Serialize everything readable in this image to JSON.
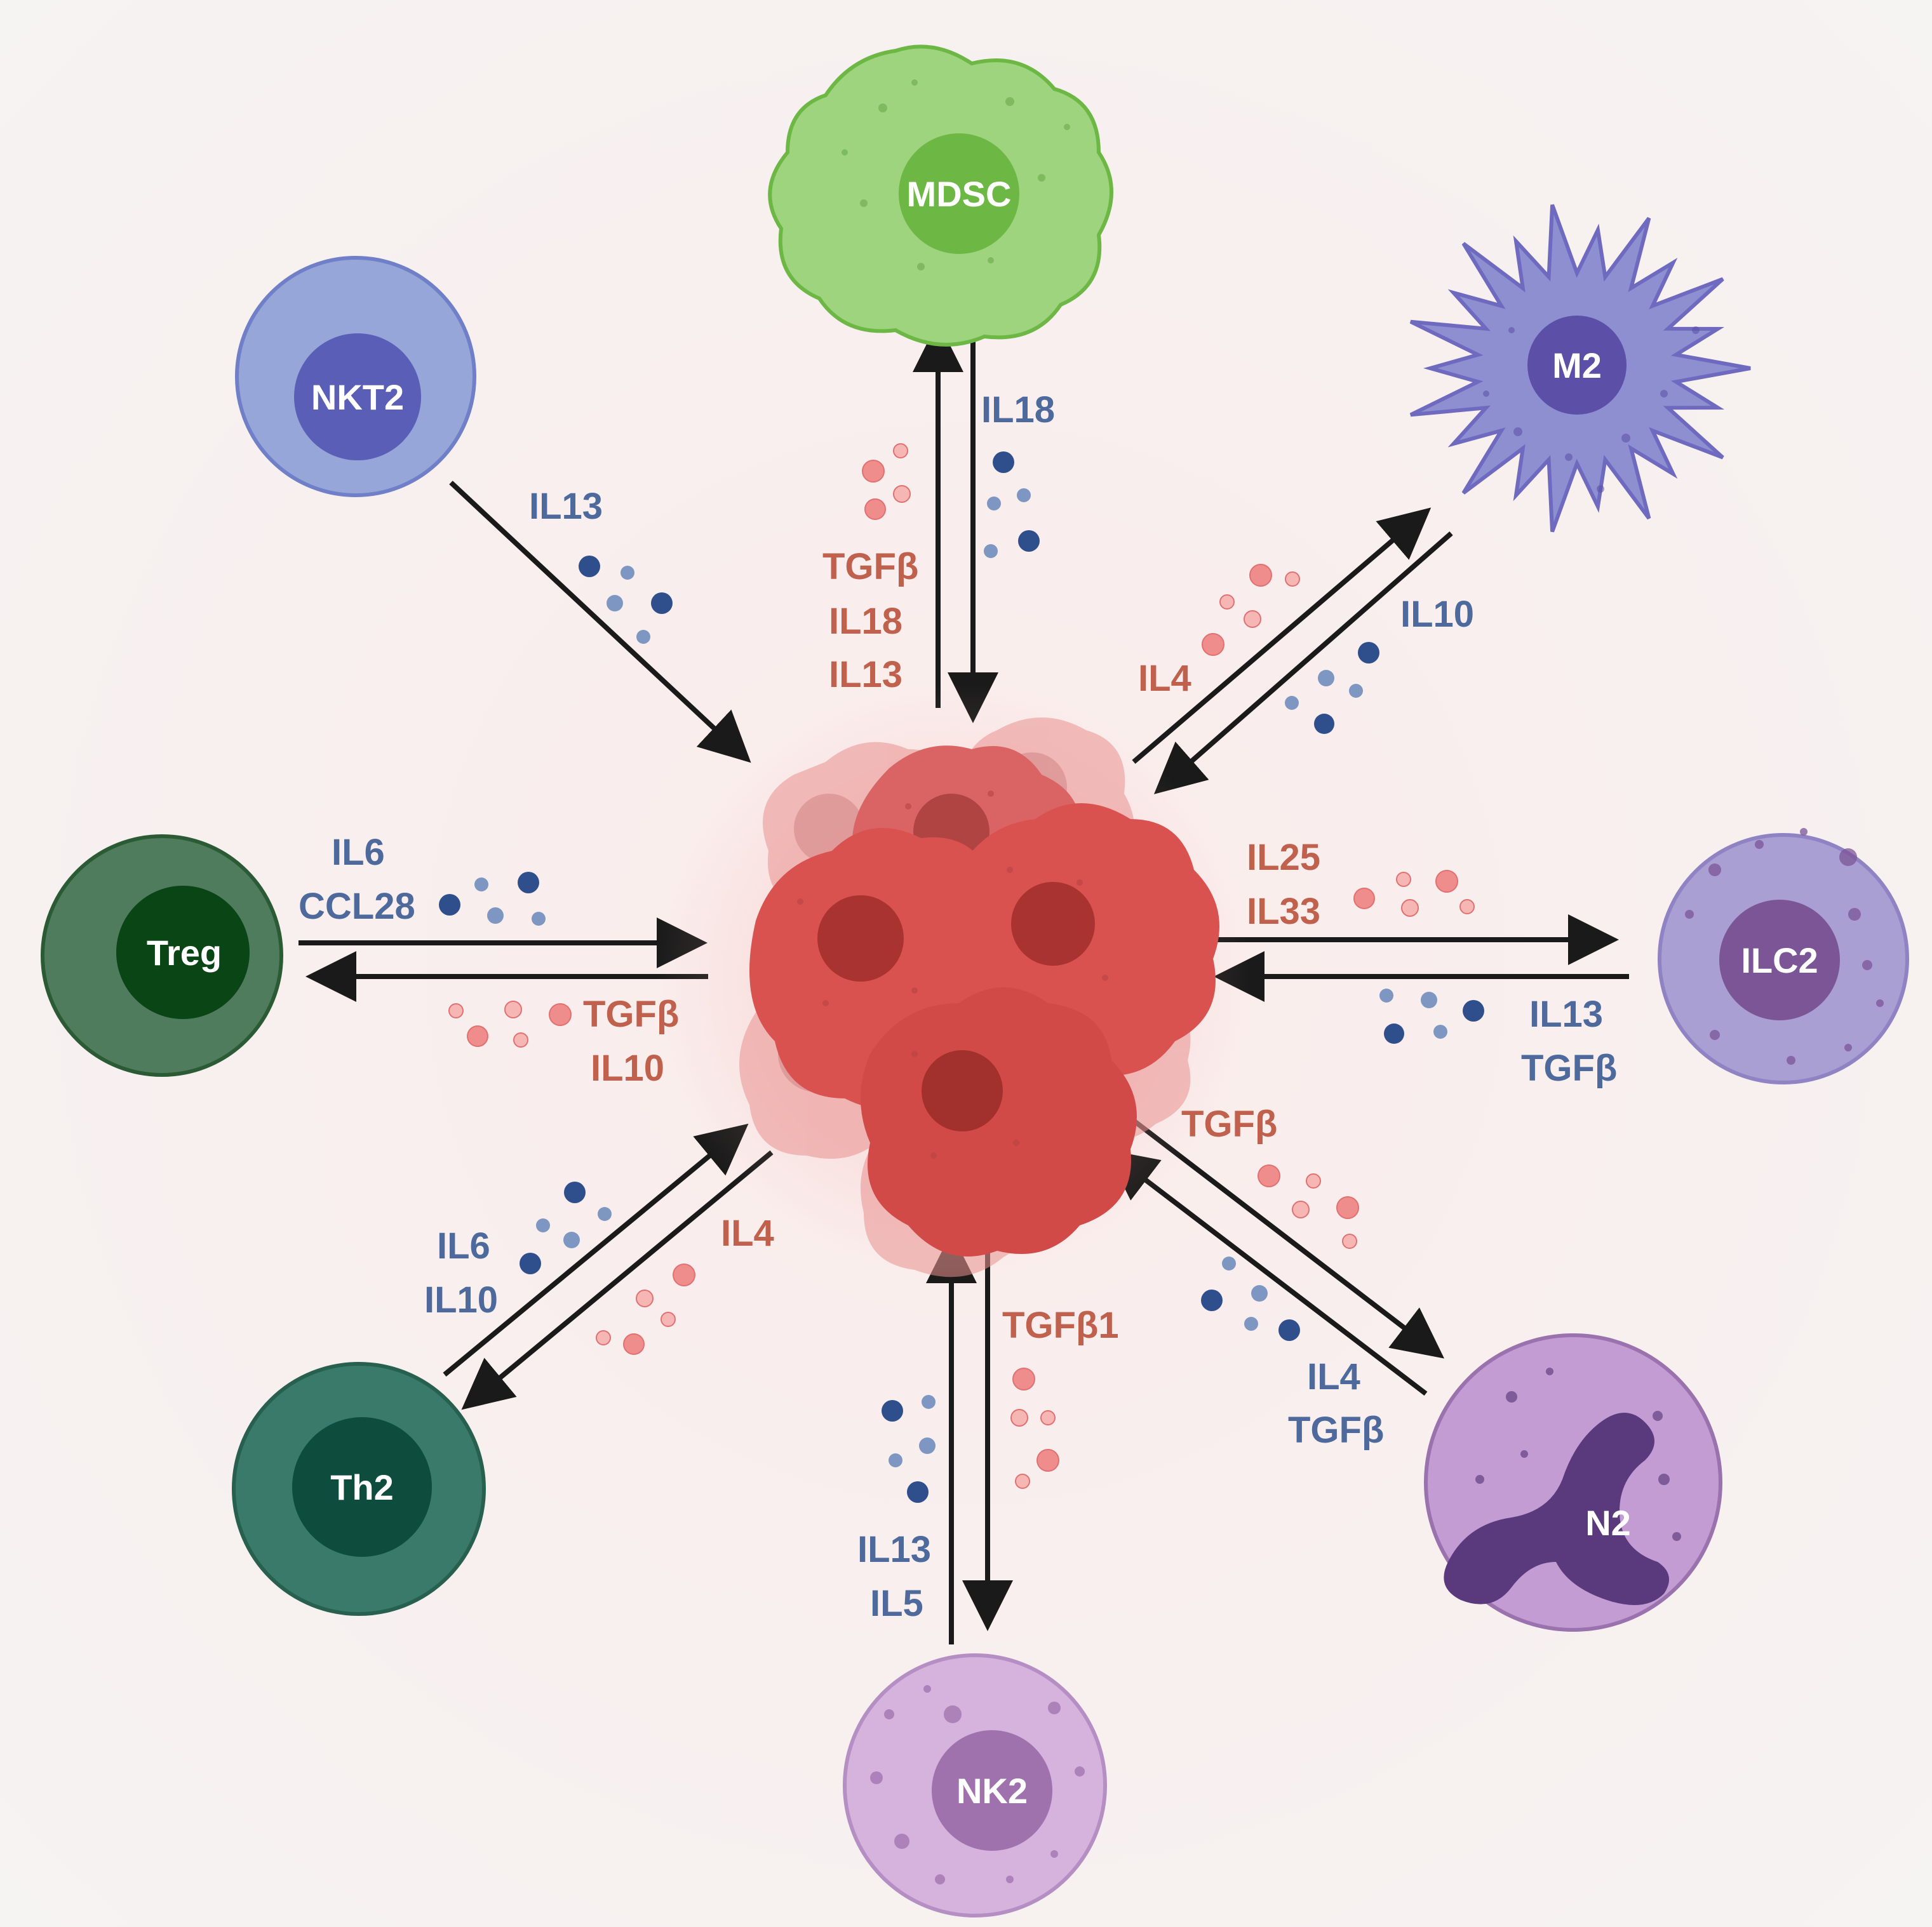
{
  "colors": {
    "blue_text": "#4e6a9c",
    "red_text": "#c0614d",
    "blue_dot": "#2f4f8c",
    "blue_dot_light": "#7e97c2",
    "red_dot": "#ef8c8c",
    "red_dot_light": "#f6b6b4",
    "arrow": "#1a1a1a"
  },
  "tumor": {
    "name": "tumor-cluster"
  },
  "cells": [
    {
      "id": "mdsc",
      "label": "MDSC",
      "icon": "amoeboid-cell",
      "body_color": "#9ed47e",
      "nucleus_color": "#6db845",
      "edge_color": "#6db845"
    },
    {
      "id": "m2",
      "label": "M2",
      "icon": "spiky-macrophage",
      "body_color": "#8e8fd0",
      "nucleus_color": "#5b4fa8",
      "edge_color": "#6e6abf"
    },
    {
      "id": "ilc2",
      "label": "ILC2",
      "icon": "granular-cell",
      "body_color": "#a99fd3",
      "nucleus_color": "#7c5597",
      "edge_color": "#8f83c4"
    },
    {
      "id": "n2",
      "label": "N2",
      "icon": "neutrophil",
      "body_color": "#c29cd2",
      "nucleus_color": "#5a3a7c",
      "edge_color": "#9a72ae"
    },
    {
      "id": "nk2",
      "label": "NK2",
      "icon": "granular-cell",
      "body_color": "#d5b3dd",
      "nucleus_color": "#9f72ad",
      "edge_color": "#b58fc3"
    },
    {
      "id": "th2",
      "label": "Th2",
      "icon": "round-cell",
      "body_color": "#3a7a6b",
      "nucleus_color": "#0e4d3e",
      "edge_color": "#27604f"
    },
    {
      "id": "treg",
      "label": "Treg",
      "icon": "round-cell",
      "body_color": "#507c5e",
      "nucleus_color": "#0a4515",
      "edge_color": "#2a5b35"
    },
    {
      "id": "nkt2",
      "label": "NKT2",
      "icon": "round-cell",
      "body_color": "#97a6d9",
      "nucleus_color": "#5a5eb6",
      "edge_color": "#6f7fc8"
    }
  ],
  "labels": {
    "mdsc_out": [
      "IL18"
    ],
    "mdsc_in": [
      "TGFβ",
      "IL18",
      "IL13"
    ],
    "m2_out": [
      "IL10"
    ],
    "m2_in": [
      "IL4"
    ],
    "ilc2_in": [
      "IL25",
      "IL33"
    ],
    "ilc2_out": [
      "IL13",
      "TGFβ"
    ],
    "n2_in": [
      "TGFβ"
    ],
    "n2_out": [
      "IL4",
      "TGFβ"
    ],
    "nk2_in": [
      "TGFβ1"
    ],
    "nk2_out": [
      "IL13",
      "IL5"
    ],
    "th2_out": [
      "IL6",
      "IL10"
    ],
    "th2_in": [
      "IL4"
    ],
    "treg_out": [
      "IL6",
      "CCL28"
    ],
    "treg_in": [
      "TGFβ",
      "IL10"
    ],
    "nkt2_out": [
      "IL13"
    ]
  }
}
